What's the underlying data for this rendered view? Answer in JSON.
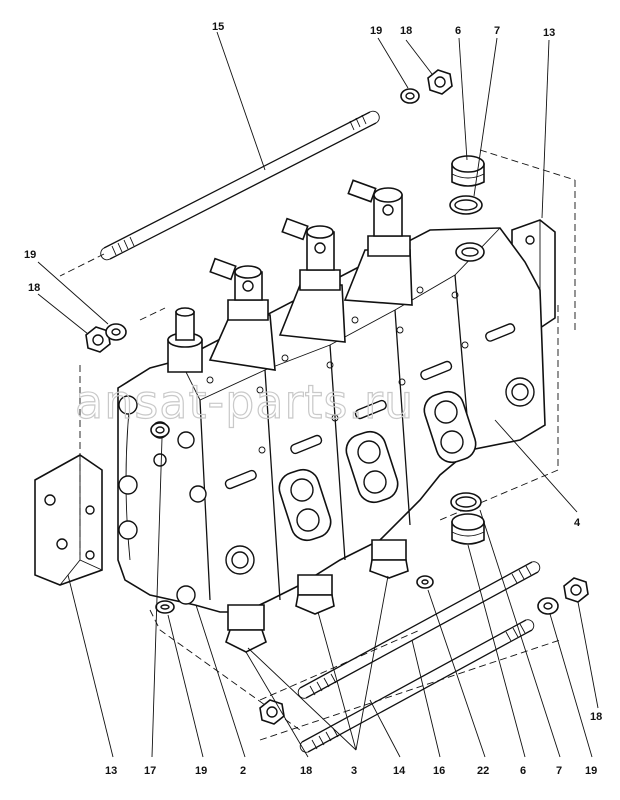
{
  "diagram": {
    "callouts": {
      "c15": "15",
      "c19a": "19",
      "c18a": "18",
      "c6a": "6",
      "c7a": "7",
      "c13a": "13",
      "c19b": "19",
      "c18b": "18",
      "c4": "4",
      "c18c": "18",
      "b13": "13",
      "b17": "17",
      "b19": "19",
      "b2": "2",
      "b18": "18",
      "b3": "3",
      "b14": "14",
      "b16": "16",
      "b22": "22",
      "b6": "6",
      "b7": "7",
      "b19c": "19"
    },
    "watermark": "ansat-parts.ru"
  }
}
